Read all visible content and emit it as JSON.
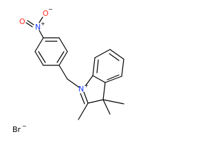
{
  "molecule": {
    "labels": {
      "nitro_o_terminal": "O",
      "nitro_n": "N",
      "nitro_n_charge": "+",
      "nitro_o_anion": "O",
      "nitro_o_anion_charge": "−",
      "indolium_n": "N",
      "indolium_n_charge": "+"
    },
    "counterion": {
      "symbol": "Br",
      "charge": "−"
    }
  },
  "colors": {
    "bond": "#000000",
    "nitrogen": "#1a3cff",
    "oxygen": "#ff2a1f",
    "carbon_text": "#000000"
  }
}
